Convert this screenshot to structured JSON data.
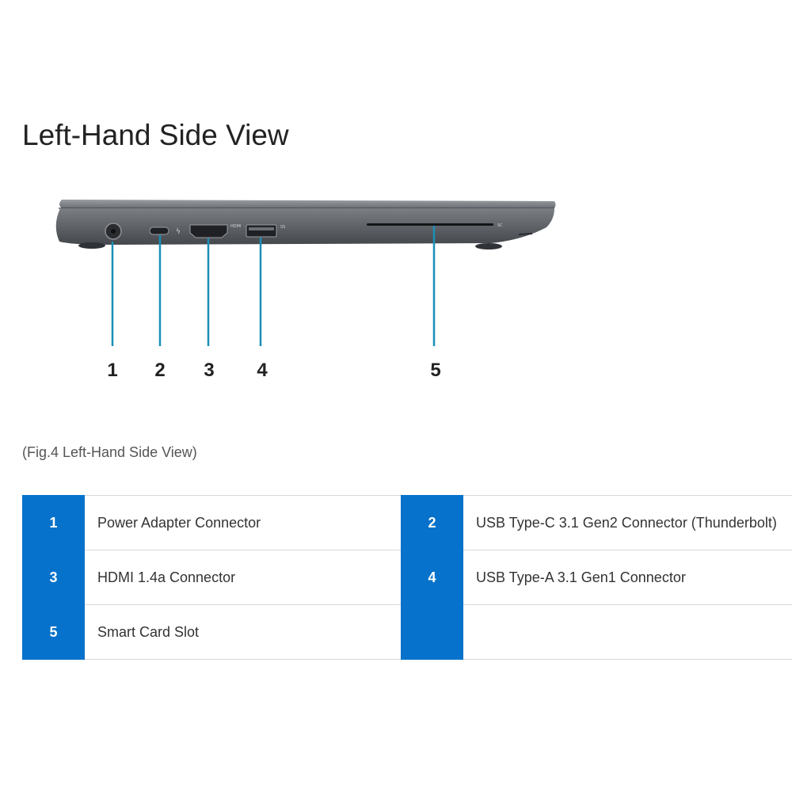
{
  "page": {
    "title": "Left-Hand Side View",
    "caption": "(Fig.4 Left-Hand Side View)"
  },
  "figure": {
    "callouts": [
      "1",
      "2",
      "3",
      "4",
      "5"
    ],
    "port_markings": {
      "hdmi": "HDMI",
      "usb": "SS",
      "smartcard": "SC"
    },
    "colors": {
      "callout_line": "#1b8fb8",
      "chassis": "#5f6368",
      "chassis_dark": "#2f3236"
    }
  },
  "table": {
    "rows": [
      [
        {
          "num": "1",
          "label": "Power Adapter Connector"
        },
        {
          "num": "2",
          "label": "USB Type-C 3.1 Gen2 Connector (Thunderbolt)"
        }
      ],
      [
        {
          "num": "3",
          "label": "HDMI 1.4a Connector"
        },
        {
          "num": "4",
          "label": "USB Type-A 3.1 Gen1 Connector"
        }
      ],
      [
        {
          "num": "5",
          "label": "Smart Card Slot"
        },
        {
          "num": "",
          "label": ""
        }
      ]
    ],
    "colors": {
      "number_cell": "#0672cb",
      "border": "#d9d9d9"
    }
  }
}
